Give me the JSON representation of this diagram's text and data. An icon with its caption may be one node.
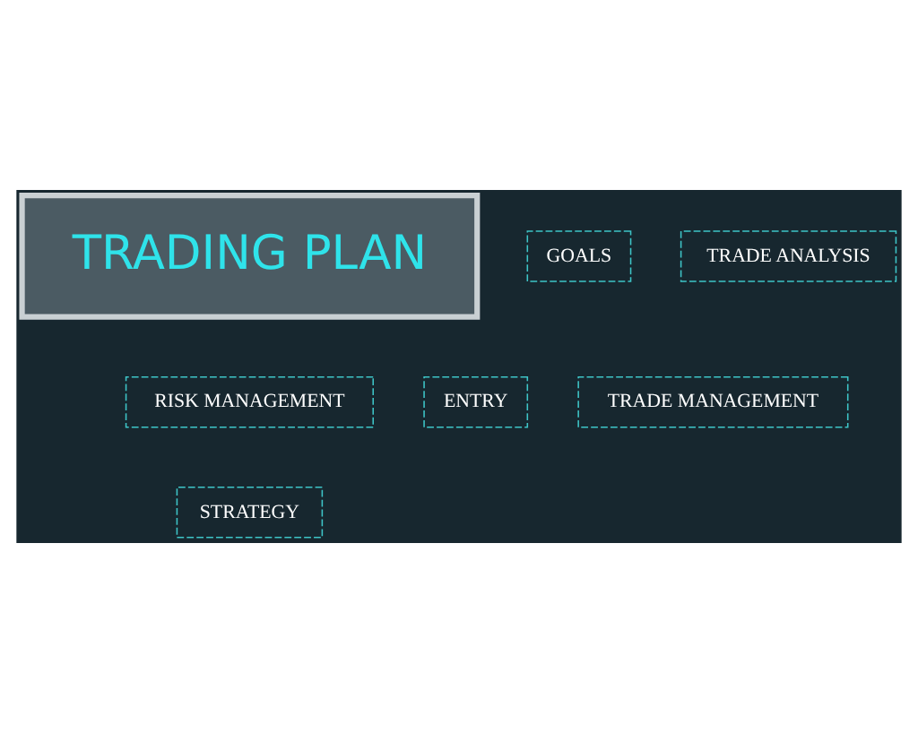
{
  "diagram": {
    "nodes": [
      {
        "text": [
          "TRADING PLAN"
        ]
      },
      {
        "text": [
          "GOALS"
        ]
      },
      {
        "text": [
          "TRADE ANALYSIS"
        ]
      },
      {
        "text": [
          "RISK MANAGEMENT"
        ]
      },
      {
        "text": [
          "ENTRY"
        ]
      },
      {
        "text": [
          "TRADE MANAGEMENT"
        ]
      },
      {
        "text": [
          "STRATEGY"
        ]
      }
    ]
  }
}
